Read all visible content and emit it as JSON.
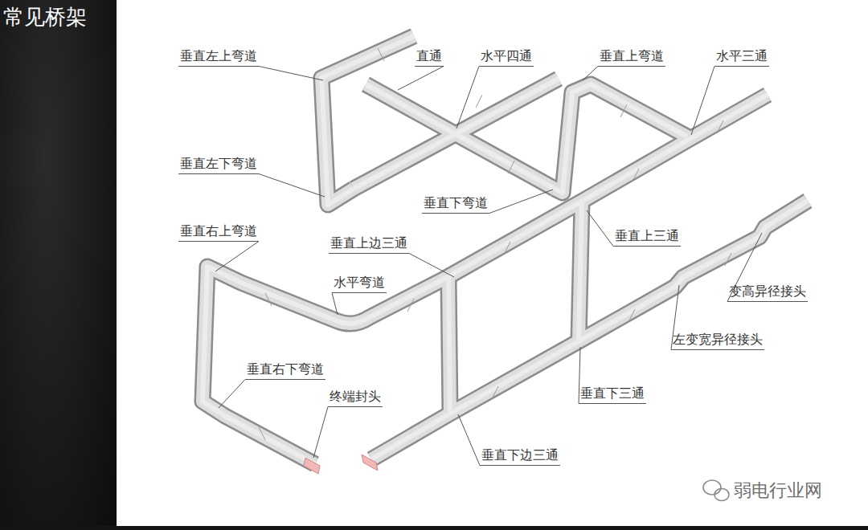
{
  "diagram": {
    "title": "常见桥架",
    "labels": [
      "垂直左上弯道",
      "直通",
      "水平四通",
      "垂直上弯道",
      "水平三通",
      "垂直左下弯道",
      "垂直下弯道",
      "垂直右上弯道",
      "垂直上边三通",
      "水平弯道",
      "垂直上三通",
      "变高异径接头",
      "左变宽异径接头",
      "垂直右下弯道",
      "终端封头",
      "垂直下三通",
      "垂直下边三通",
      "弱电行业网"
    ]
  }
}
